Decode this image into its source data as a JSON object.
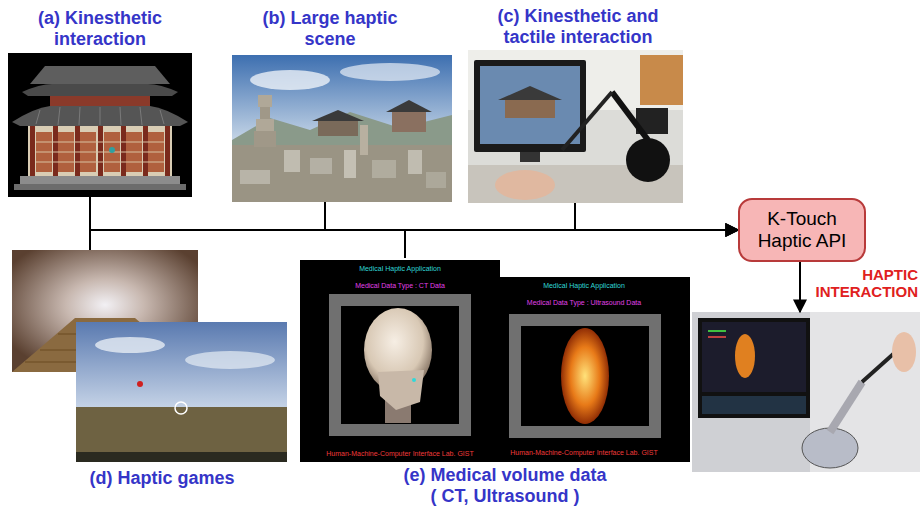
{
  "diagram": {
    "nodes": [
      {
        "text": [
          "(a) Kinesthetic interaction"
        ]
      },
      {
        "text": [
          "(b) Large haptic scene"
        ]
      },
      {
        "text": [
          "(c) Kinesthetic and tactile interaction"
        ]
      },
      {
        "text": [
          "(d) Haptic games"
        ]
      },
      {
        "text": [
          "(e) Medical volume data ( CT, Ultrasound )"
        ]
      },
      {
        "text": [
          "Medical Haptic Application",
          "Medical Data Type : CT Data",
          "Human-Machine-Computer Interface Lab. GIST"
        ],
        "in": 4
      },
      {
        "text": [
          "Medical Haptic Application",
          "Medical Data Type : Ultrasound Data",
          "Human-Machine-Computer Interface Lab. GIST"
        ],
        "in": 4
      },
      {
        "text": [
          "K-Touch Haptic API"
        ]
      },
      {
        "text": [
          "HAPTIC INTERACTION"
        ]
      }
    ],
    "edges": [
      {
        "from": 0,
        "to": 7,
        "arrow": "none"
      },
      {
        "from": 1,
        "to": 7,
        "arrow": "to"
      },
      {
        "from": 2,
        "to": 7,
        "arrow": "to"
      },
      {
        "from": 3,
        "to": 7,
        "arrow": "none"
      },
      {
        "from": 4,
        "to": 7,
        "arrow": "to"
      },
      {
        "from": 7,
        "to": 8,
        "arrow": "to"
      }
    ]
  }
}
